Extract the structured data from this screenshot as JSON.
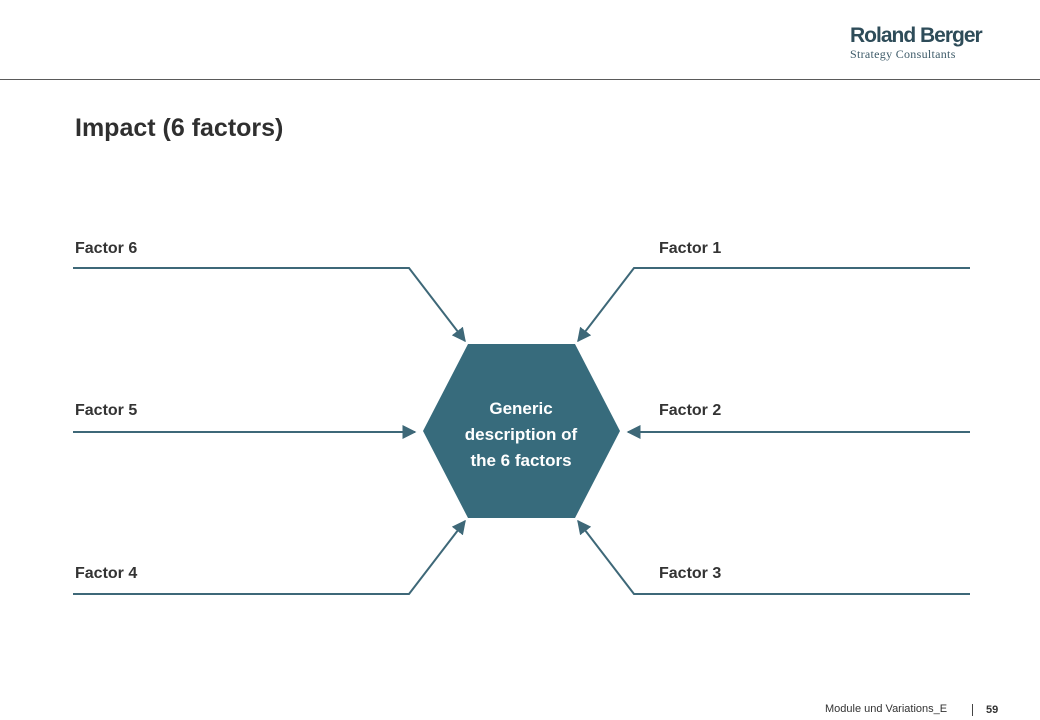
{
  "brand": {
    "name": "Roland Berger",
    "subtitle": "Strategy Consultants"
  },
  "title": "Impact (6 factors)",
  "center": {
    "lines": [
      "Generic",
      "description of",
      "the 6 factors"
    ]
  },
  "factors": {
    "f1": "Factor 1",
    "f2": "Factor 2",
    "f3": "Factor 3",
    "f4": "Factor 4",
    "f5": "Factor 5",
    "f6": "Factor 6"
  },
  "colors": {
    "accent": "#376b7c",
    "line": "#3e6878"
  },
  "footer": {
    "module": "Module und Variations_E",
    "page": "59"
  }
}
